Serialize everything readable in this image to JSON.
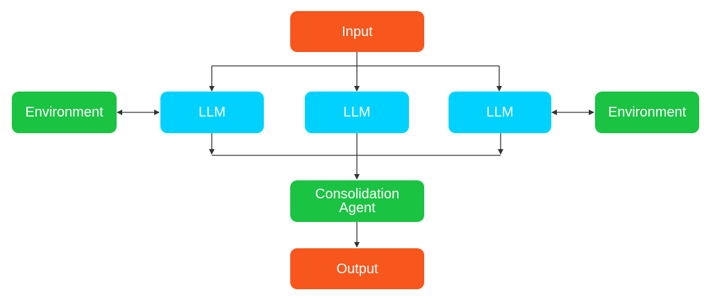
{
  "nodes": {
    "input": {
      "label": "Input"
    },
    "llm_left": {
      "label": "LLM"
    },
    "llm_center": {
      "label": "LLM"
    },
    "llm_right": {
      "label": "LLM"
    },
    "env_left": {
      "label": "Environment"
    },
    "env_right": {
      "label": "Environment"
    },
    "consolidation": {
      "label": "Consolidation Agent"
    },
    "output": {
      "label": "Output"
    }
  },
  "colors": {
    "io": "#f7561c",
    "llm": "#00d1ff",
    "agent": "#1ac342",
    "connector": "#333333"
  }
}
